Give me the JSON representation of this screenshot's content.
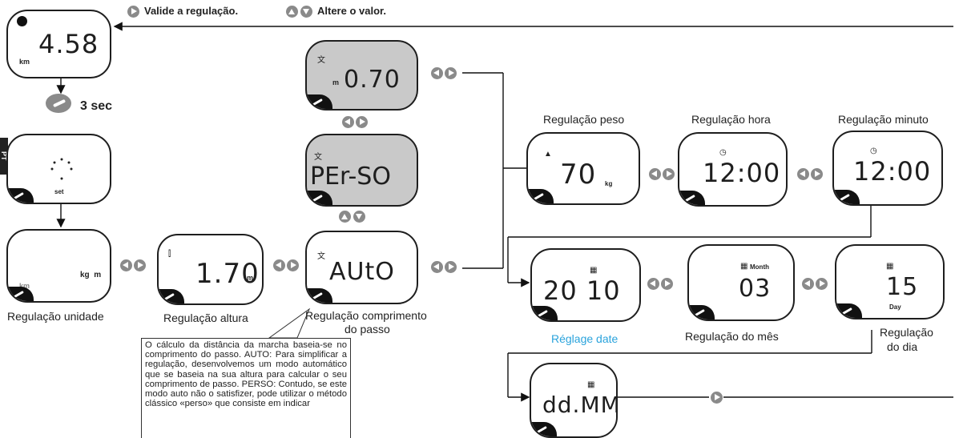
{
  "header": {
    "validate_text": "Valide a regulação.",
    "change_text": "Altere o valor."
  },
  "side_tab": "PT",
  "shortcut": {
    "text": "3 sec"
  },
  "screens": {
    "distance": {
      "value": "4.58",
      "unit": "km"
    },
    "set": {
      "label": "set"
    },
    "unit": {
      "unit_km": "km",
      "unit_kgm": "kg  m"
    },
    "height": {
      "value": "1.70",
      "unit": "m"
    },
    "stride_auto": {
      "value": "AUtO"
    },
    "stride_perso": {
      "value": "PEr-SO"
    },
    "stride_value": {
      "value": "0.70",
      "unit": "m"
    },
    "weight": {
      "value": "70",
      "unit": "kg"
    },
    "hour": {
      "value": "12:00"
    },
    "minute": {
      "value": "12:00"
    },
    "year": {
      "value": "20 10"
    },
    "month": {
      "value": "03",
      "label": "Month"
    },
    "day": {
      "value": "15",
      "label": "Day"
    },
    "date_format": {
      "value": "dd.MM"
    }
  },
  "labels": {
    "unit": "Regulação unidade",
    "height": "Regulação altura",
    "stride_line1": "Regulação comprimento",
    "stride_line2": "do passo",
    "weight": "Regulação peso",
    "hour": "Regulação hora",
    "minute": "Regulação minuto",
    "date": "Réglage date",
    "month": "Regulação do mês",
    "day_line1": "Regulação",
    "day_line2": "do dia"
  },
  "note": {
    "text": "O cálculo da distância da marcha baseia-se no comprimento do passo. AUTO: Para simplificar a regulação, desenvolvemos um modo automático que se baseia na sua altura para calcular o seu comprimento de passo. PERSO: Contudo, se este modo auto não o satisfizer, pode utilizar o método clássico «perso» que consiste em indicar"
  },
  "colors": {
    "accent_blue": "#2aa3dc",
    "button_gray": "#8a8a8a",
    "screen_gray": "#c9c9c9"
  }
}
